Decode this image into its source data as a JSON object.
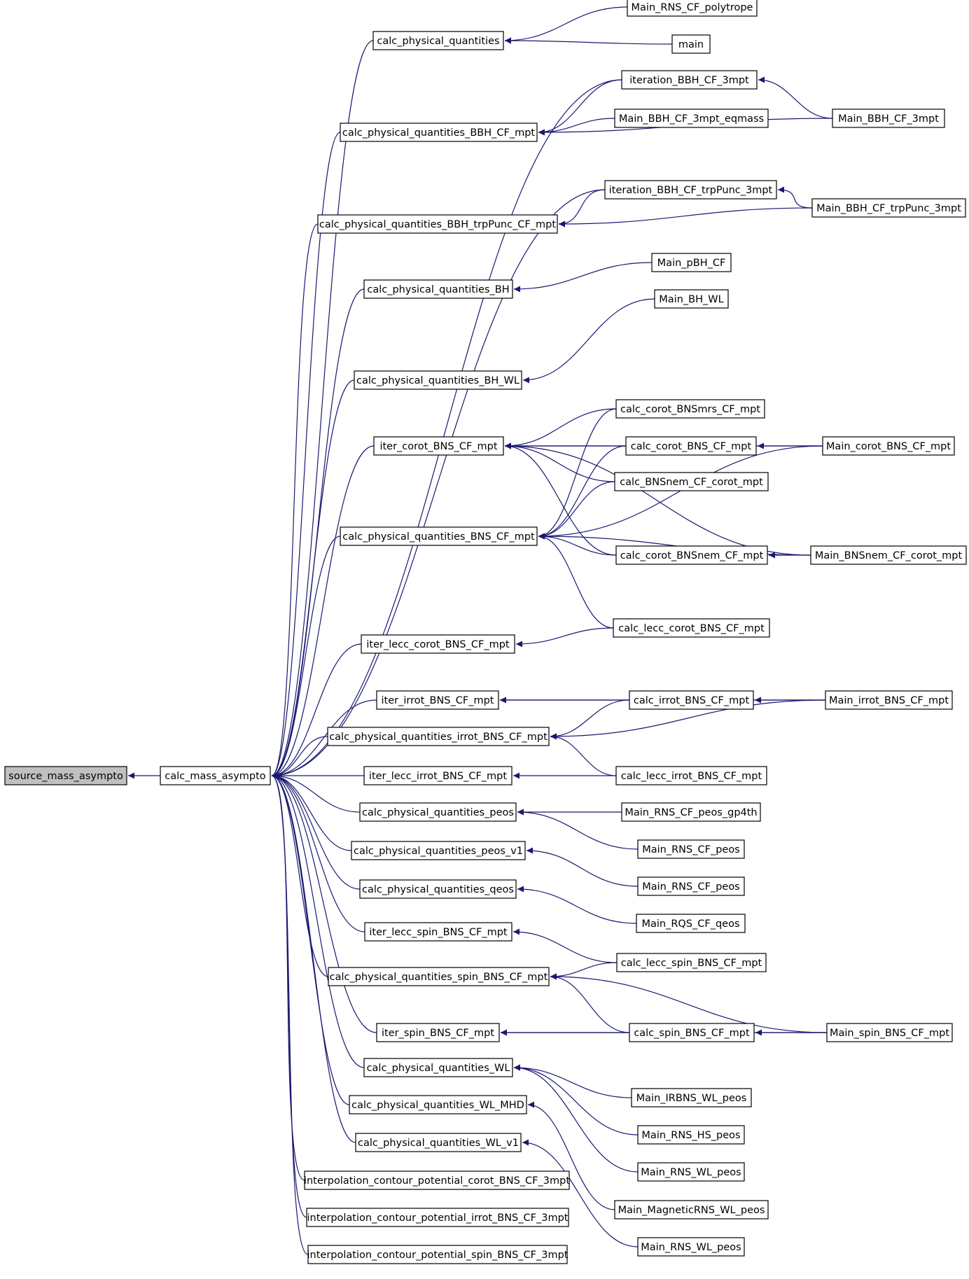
{
  "graph": {
    "nodes": [
      {
        "id": "source_mass_asympto",
        "label": "source_mass_asympto",
        "root": true
      },
      {
        "id": "calc_mass_asympto",
        "label": "calc_mass_asympto"
      },
      {
        "id": "cpq",
        "label": "calc_physical_quantities"
      },
      {
        "id": "cpq_bbh",
        "label": "calc_physical_quantities_BBH_CF_mpt"
      },
      {
        "id": "cpq_bbh_trp",
        "label": "calc_physical_quantities_BBH_trpPunc_CF_mpt"
      },
      {
        "id": "cpq_bh",
        "label": "calc_physical_quantities_BH"
      },
      {
        "id": "cpq_bh_wl",
        "label": "calc_physical_quantities_BH_WL"
      },
      {
        "id": "iter_corot",
        "label": "iter_corot_BNS_CF_mpt"
      },
      {
        "id": "cpq_bns",
        "label": "calc_physical_quantities_BNS_CF_mpt"
      },
      {
        "id": "iter_lecc_corot",
        "label": "iter_lecc_corot_BNS_CF_mpt"
      },
      {
        "id": "iter_irrot",
        "label": "iter_irrot_BNS_CF_mpt"
      },
      {
        "id": "cpq_irrot",
        "label": "calc_physical_quantities_irrot_BNS_CF_mpt"
      },
      {
        "id": "iter_lecc_irrot",
        "label": "iter_lecc_irrot_BNS_CF_mpt"
      },
      {
        "id": "cpq_peos",
        "label": "calc_physical_quantities_peos"
      },
      {
        "id": "cpq_peos_v1",
        "label": "calc_physical_quantities_peos_v1"
      },
      {
        "id": "cpq_qeos",
        "label": "calc_physical_quantities_qeos"
      },
      {
        "id": "iter_lecc_spin",
        "label": "iter_lecc_spin_BNS_CF_mpt"
      },
      {
        "id": "cpq_spin",
        "label": "calc_physical_quantities_spin_BNS_CF_mpt"
      },
      {
        "id": "iter_spin",
        "label": "iter_spin_BNS_CF_mpt"
      },
      {
        "id": "cpq_wl",
        "label": "calc_physical_quantities_WL"
      },
      {
        "id": "cpq_wl_mhd",
        "label": "calc_physical_quantities_WL_MHD"
      },
      {
        "id": "cpq_wl_v1",
        "label": "calc_physical_quantities_WL_v1"
      },
      {
        "id": "interp_corot",
        "label": "interpolation_contour_potential_corot_BNS_CF_3mpt"
      },
      {
        "id": "interp_irrot",
        "label": "interpolation_contour_potential_irrot_BNS_CF_3mpt"
      },
      {
        "id": "interp_spin",
        "label": "interpolation_contour_potential_spin_BNS_CF_3mpt"
      },
      {
        "id": "main_rns_poly",
        "label": "Main_RNS_CF_polytrope"
      },
      {
        "id": "main",
        "label": "main"
      },
      {
        "id": "iteration_bbh",
        "label": "iteration_BBH_CF_3mpt"
      },
      {
        "id": "main_bbh_eq",
        "label": "Main_BBH_CF_3mpt_eqmass"
      },
      {
        "id": "main_bbh",
        "label": "Main_BBH_CF_3mpt"
      },
      {
        "id": "iteration_bbh_trp",
        "label": "iteration_BBH_CF_trpPunc_3mpt"
      },
      {
        "id": "main_bbh_trp",
        "label": "Main_BBH_CF_trpPunc_3mpt"
      },
      {
        "id": "main_pbh",
        "label": "Main_pBH_CF"
      },
      {
        "id": "main_bh_wl",
        "label": "Main_BH_WL"
      },
      {
        "id": "calc_corot_mrs",
        "label": "calc_corot_BNSmrs_CF_mpt"
      },
      {
        "id": "calc_corot_bns",
        "label": "calc_corot_BNS_CF_mpt"
      },
      {
        "id": "main_corot_bns",
        "label": "Main_corot_BNS_CF_mpt"
      },
      {
        "id": "calc_bnsnem_corot",
        "label": "calc_BNSnem_CF_corot_mpt"
      },
      {
        "id": "calc_corot_bnsnem",
        "label": "calc_corot_BNSnem_CF_mpt"
      },
      {
        "id": "main_bnsnem_corot",
        "label": "Main_BNSnem_CF_corot_mpt"
      },
      {
        "id": "calc_lecc_corot",
        "label": "calc_lecc_corot_BNS_CF_mpt"
      },
      {
        "id": "calc_irrot",
        "label": "calc_irrot_BNS_CF_mpt"
      },
      {
        "id": "main_irrot",
        "label": "Main_irrot_BNS_CF_mpt"
      },
      {
        "id": "calc_lecc_irrot",
        "label": "calc_lecc_irrot_BNS_CF_mpt"
      },
      {
        "id": "main_peos_gp4",
        "label": "Main_RNS_CF_peos_gp4th"
      },
      {
        "id": "main_rns_peos_a",
        "label": "Main_RNS_CF_peos"
      },
      {
        "id": "main_rns_peos_b",
        "label": "Main_RNS_CF_peos"
      },
      {
        "id": "main_rqs",
        "label": "Main_RQS_CF_qeos"
      },
      {
        "id": "calc_lecc_spin",
        "label": "calc_lecc_spin_BNS_CF_mpt"
      },
      {
        "id": "calc_spin",
        "label": "calc_spin_BNS_CF_mpt"
      },
      {
        "id": "main_spin",
        "label": "Main_spin_BNS_CF_mpt"
      },
      {
        "id": "main_irbns",
        "label": "Main_IRBNS_WL_peos"
      },
      {
        "id": "main_rns_hs",
        "label": "Main_RNS_HS_peos"
      },
      {
        "id": "main_rns_wl_a",
        "label": "Main_RNS_WL_peos"
      },
      {
        "id": "main_magnetic",
        "label": "Main_MagneticRNS_WL_peos"
      },
      {
        "id": "main_rns_wl_b",
        "label": "Main_RNS_WL_peos"
      }
    ]
  },
  "colors": {
    "edge": "#191970",
    "root_fill": "#c0c0c0",
    "node_fill": "#ffffff",
    "border": "#000000"
  }
}
